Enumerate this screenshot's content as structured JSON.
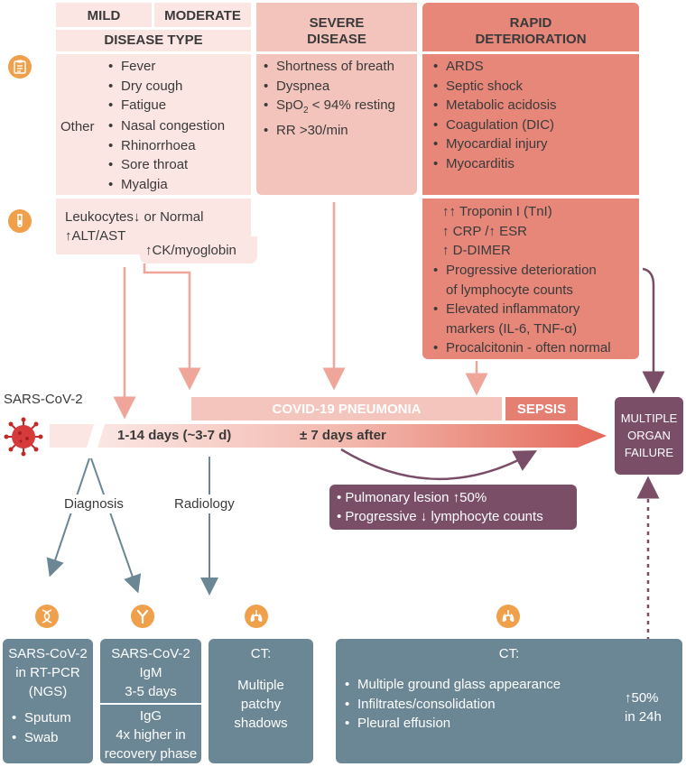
{
  "header": {
    "mild": "MILD",
    "moderate": "MODERATE",
    "disease_type": "DISEASE TYPE",
    "severe_line1": "SEVERE",
    "severe_line2": "DISEASE",
    "rapid_line1": "RAPID",
    "rapid_line2": "DETERIORATION"
  },
  "mild": {
    "symptoms": [
      "Fever",
      "Dry cough",
      "Fatigue"
    ],
    "other_label": "Other",
    "other_symptoms": [
      "Nasal congestion",
      "Rhinorrhoea",
      "Sore throat",
      "Myalgia"
    ],
    "lab_line1": "Leukocytes",
    "lab_line1_suffix": " or Normal",
    "lab_line2": "ALT/AST",
    "lab_ck": "CK/myoglobin"
  },
  "severe": {
    "symptoms": [
      "Shortness of breath",
      "Dyspnea",
      "SpO",
      "RR >30/min"
    ],
    "spo2_sub": "2",
    "spo2_rest": " < 94% resting"
  },
  "rapid": {
    "symptoms": [
      "ARDS",
      "Septic shock",
      "Metabolic acidosis",
      "Coagulation (DIC)",
      "Myocardial injury",
      "Myocarditis"
    ],
    "labs": {
      "troponin": "Troponin I (TnI)",
      "crp": "CRP /",
      "esr": "ESR",
      "ddimer": "D-DIMER",
      "progressive": "Progressive deterioration",
      "progressive2": "of lymphocyte counts",
      "elevated": "Elevated inflammatory",
      "elevated2": "markers (IL-6, TNF-α)",
      "procalcitonin": "Procalcitonin - often normal"
    }
  },
  "timeline": {
    "virus_label": "SARS-CoV-2",
    "days_label": "1-14 days (~3-7 d)",
    "after_label": "± 7 days after",
    "pneumonia": "COVID-19 PNEUMONIA",
    "sepsis": "SEPSIS",
    "organ_failure": [
      "MULTIPLE",
      "ORGAN",
      "FAILURE"
    ]
  },
  "progress_box": {
    "line1_a": "Pulmonary lesion",
    "line1_b": "50%",
    "line2_a": "Progressive",
    "line2_b": "lymphocyte counts"
  },
  "branches": {
    "diagnosis": "Diagnosis",
    "radiology": "Radiology"
  },
  "bottom": {
    "pcr": {
      "l1": "SARS-CoV-2",
      "l2": "in RT-PCR",
      "l3": "(NGS)",
      "items": [
        "Sputum",
        "Swab"
      ]
    },
    "ig": {
      "l1": "SARS-CoV-2",
      "l2": "IgM",
      "l3": "3-5 days",
      "l4": "IgG",
      "l5": "4x higher in",
      "l6": "recovery phase"
    },
    "ct1": {
      "l1": "CT:",
      "l2": "Multiple",
      "l3": "patchy",
      "l4": "shadows"
    },
    "ct2": {
      "title": "CT:",
      "items": [
        "Multiple ground glass appearance",
        "Infiltrates/consolidation",
        "Pleural effusion"
      ],
      "pct": "50%",
      "in24": "in 24h"
    }
  },
  "icons": [
    "clipboard-icon",
    "test-tube-icon",
    "coronavirus-icon",
    "dna-icon",
    "antibody-icon",
    "lungs-icon"
  ],
  "colors": {
    "mild_bg": "#fbe6e3",
    "severe_bg": "#f3c4bc",
    "rapid_bg": "#e6877a",
    "arrow_pink": "#efa59a",
    "slate": "#6b8795",
    "purple": "#7a4e67",
    "orange_icon": "#f0a04a"
  }
}
